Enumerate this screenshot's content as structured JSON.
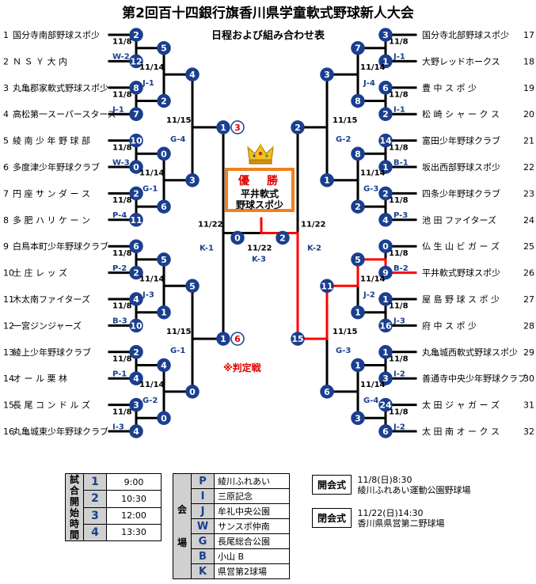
{
  "title": "第2回百十四銀行旗香川県学童軟式野球新人大会",
  "subtitle": "日程および組み合わせ表",
  "winner": {
    "label": "優　勝",
    "team": [
      "平井軟式",
      "野球スポ少"
    ]
  },
  "judgment_note": "※判定戦",
  "teams_left": [
    {
      "no": "1",
      "name": "国分寺南部野球スポ少"
    },
    {
      "no": "2",
      "name": "Ｎ Ｓ Ｙ 大 内"
    },
    {
      "no": "3",
      "name": "丸亀郡家軟式野球スポ少"
    },
    {
      "no": "4",
      "name": "高松第一スーパースターズ"
    },
    {
      "no": "5",
      "name": "綾 南 少 年 野 球 部"
    },
    {
      "no": "6",
      "name": "多度津少年野球クラブ"
    },
    {
      "no": "7",
      "name": "円 座 サ ン ダ ー ス"
    },
    {
      "no": "8",
      "name": "多 肥 ハ リ ケ ー ン"
    },
    {
      "no": "9",
      "name": "白鳥本町少年野球クラブ"
    },
    {
      "no": "10",
      "name": "土 庄 レ ッ ズ"
    },
    {
      "no": "11",
      "name": "木太南ファイターズ"
    },
    {
      "no": "12",
      "name": "一宮ジンジャーズ"
    },
    {
      "no": "13",
      "name": "綾上少年野球クラブ"
    },
    {
      "no": "14",
      "name": "オ ー ル 栗 林"
    },
    {
      "no": "15",
      "name": "長 尾 コ ン ド ル ズ"
    },
    {
      "no": "16",
      "name": "丸亀城東少年野球クラブ"
    }
  ],
  "teams_right": [
    {
      "no": "17",
      "name": "国分寺北部野球スポ少"
    },
    {
      "no": "18",
      "name": "大野レッドホークス"
    },
    {
      "no": "19",
      "name": "豊 中 ス ポ 少"
    },
    {
      "no": "20",
      "name": "松 崎 シ ャ ー ク ス"
    },
    {
      "no": "21",
      "name": "富田少年野球クラブ"
    },
    {
      "no": "22",
      "name": "坂出西部野球スポ少"
    },
    {
      "no": "23",
      "name": "四条少年野球クラブ"
    },
    {
      "no": "24",
      "name": "池 田 ファイターズ"
    },
    {
      "no": "25",
      "name": "仏 生 山 ビ ガ ー ズ"
    },
    {
      "no": "26",
      "name": "平井軟式野球スポ少"
    },
    {
      "no": "27",
      "name": "屋 島 野 球 ス ポ 少"
    },
    {
      "no": "28",
      "name": "府 中 ス ポ 少"
    },
    {
      "no": "29",
      "name": "丸亀城西軟式野球スポ少"
    },
    {
      "no": "30",
      "name": "善通寺中央少年野球クラブ"
    },
    {
      "no": "31",
      "name": "太 田 ジ ャ ガ ー ズ"
    },
    {
      "no": "32",
      "name": "太 田 南 オ ー ク ス"
    }
  ],
  "r1_scores_left": [
    "2",
    "12",
    "8",
    "7",
    "10",
    "0",
    "2",
    "11",
    "6",
    "2",
    "4",
    "10",
    "2",
    "4",
    "3",
    "4"
  ],
  "r1_scores_right": [
    "3",
    "1",
    "6",
    "2",
    "14",
    "1",
    "2",
    "4",
    "0",
    "9",
    "1",
    "16",
    "1",
    "3",
    "24",
    "6"
  ],
  "r1_left_games": [
    {
      "date": "11/8",
      "code": "W-2"
    },
    {
      "date": "11/8",
      "code": "J-1"
    },
    {
      "date": "11/8",
      "code": "W-3"
    },
    {
      "date": "11/8",
      "code": "P-4"
    },
    {
      "date": "11/8",
      "code": "P-2"
    },
    {
      "date": "11/8",
      "code": "B-3"
    },
    {
      "date": "11/8",
      "code": "P-1"
    },
    {
      "date": "11/8",
      "code": "I-3"
    }
  ],
  "r1_right_games": [
    {
      "date": "11/8",
      "code": "J-1"
    },
    {
      "date": "11/8",
      "code": "I-1"
    },
    {
      "date": "11/8",
      "code": "B-1"
    },
    {
      "date": "11/8",
      "code": "P-3"
    },
    {
      "date": "11/8",
      "code": "B-2"
    },
    {
      "date": "11/8",
      "code": "J-3"
    },
    {
      "date": "11/8",
      "code": "I-2"
    },
    {
      "date": "11/8",
      "code": "J-2"
    }
  ],
  "r2_scores_left": [
    "5",
    "2",
    "0",
    "6",
    "5",
    "1",
    "4",
    "0"
  ],
  "r2_scores_right": [
    "7",
    "8",
    "8",
    "2",
    "5",
    "1",
    "1",
    "3"
  ],
  "r2_left_games": [
    {
      "date": "11/14",
      "code": "J-1"
    },
    {
      "date": "11/14",
      "code": "G-1"
    },
    {
      "date": "11/14",
      "code": "J-3"
    },
    {
      "date": "11/14",
      "code": "G-2"
    }
  ],
  "r2_right_games": [
    {
      "date": "11/14",
      "code": "J-4"
    },
    {
      "date": "11/14",
      "code": "G-3"
    },
    {
      "date": "11/14",
      "code": "J-2"
    },
    {
      "date": "11/14",
      "code": "G-4"
    }
  ],
  "r3_scores_left": [
    "4",
    "3",
    "5",
    "0"
  ],
  "r3_scores_right": [
    "3",
    "1",
    "11",
    "6"
  ],
  "r3_left_games": [
    {
      "date": "11/15",
      "code": "G-4"
    },
    {
      "date": "11/15",
      "code": "G-1"
    }
  ],
  "r3_right_games": [
    {
      "date": "11/15",
      "code": "G-2"
    },
    {
      "date": "11/15",
      "code": "G-3"
    }
  ],
  "r4_scores_left": [
    "1",
    "3",
    "1",
    "6"
  ],
  "r4_scores_right": [
    "2",
    "15"
  ],
  "semi_left": {
    "date": "11/22",
    "code": "K-1"
  },
  "semi_right": {
    "date": "11/22",
    "code": "K-2"
  },
  "final": {
    "date": "11/22",
    "code": "K-3",
    "score_left": "0",
    "score_right": "2"
  },
  "times": {
    "header": [
      "試",
      "合",
      "開",
      "始",
      "時",
      "間"
    ],
    "rows": [
      {
        "n": "1",
        "t": "9:00"
      },
      {
        "n": "2",
        "t": "10:30"
      },
      {
        "n": "3",
        "t": "12:00"
      },
      {
        "n": "4",
        "t": "13:30"
      }
    ]
  },
  "venues": {
    "header": [
      "会",
      "場"
    ],
    "rows": [
      {
        "c": "P",
        "n": "綾川ふれあい"
      },
      {
        "c": "I",
        "n": "三原記念"
      },
      {
        "c": "J",
        "n": "牟礼中央公園"
      },
      {
        "c": "W",
        "n": "サンスポ仲南"
      },
      {
        "c": "G",
        "n": "長尾総合公園"
      },
      {
        "c": "B",
        "n": "小山 B"
      },
      {
        "c": "K",
        "n": "県営第2球場"
      }
    ]
  },
  "opening": {
    "label": "開会式",
    "lines": [
      "11/8(日)8:30",
      "綾川ふれあい運動公園野球場"
    ]
  },
  "closing": {
    "label": "閉会式",
    "lines": [
      "11/22(日)14:30",
      "香川県県営第二野球場"
    ]
  },
  "colors": {
    "score_circle": "#1a3f8f",
    "win_path": "#ff0000",
    "winner_border": "#f08020",
    "semifinal_red": "#e00000"
  }
}
